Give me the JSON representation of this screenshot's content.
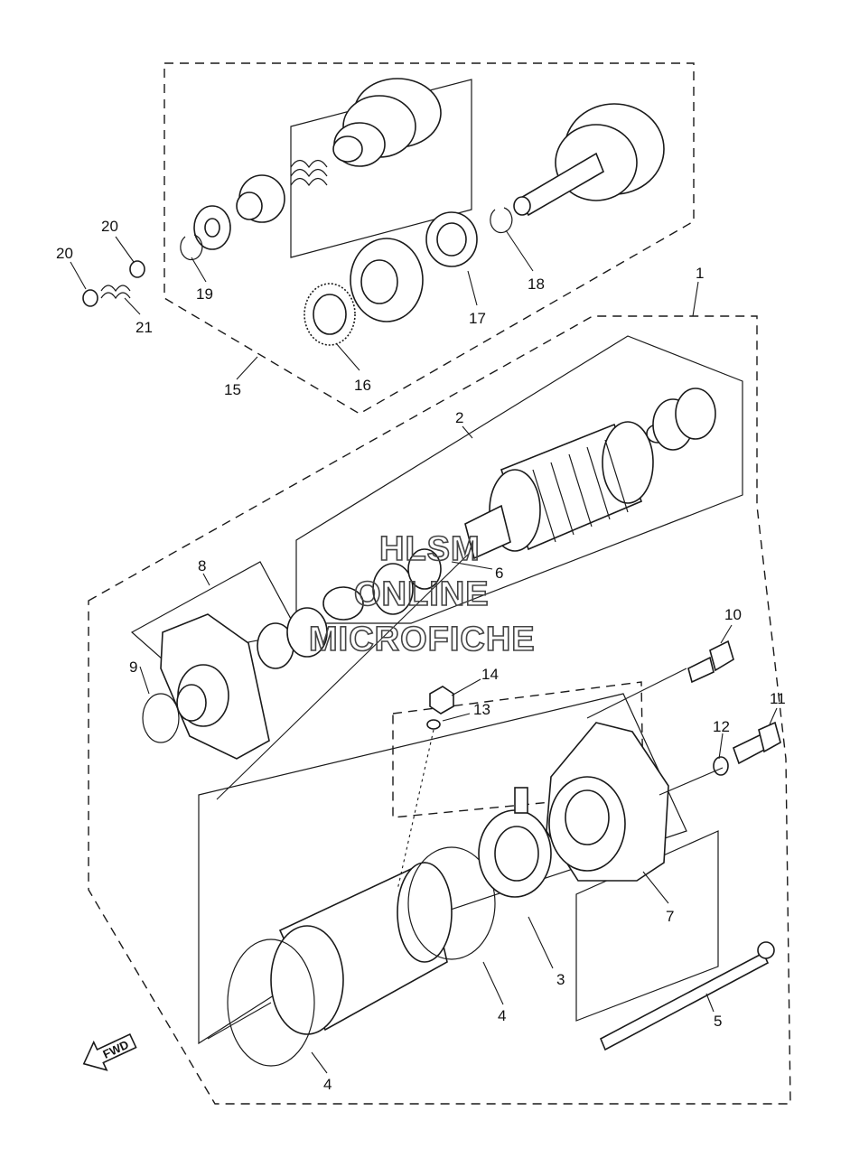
{
  "diagram": {
    "callouts": [
      {
        "id": "c1",
        "text": "1"
      },
      {
        "id": "c2",
        "text": "2"
      },
      {
        "id": "c3",
        "text": "3"
      },
      {
        "id": "c4a",
        "text": "4"
      },
      {
        "id": "c4b",
        "text": "4"
      },
      {
        "id": "c5",
        "text": "5"
      },
      {
        "id": "c6",
        "text": "6"
      },
      {
        "id": "c7",
        "text": "7"
      },
      {
        "id": "c8",
        "text": "8"
      },
      {
        "id": "c9",
        "text": "9"
      },
      {
        "id": "c10",
        "text": "10"
      },
      {
        "id": "c11",
        "text": "11"
      },
      {
        "id": "c12",
        "text": "12"
      },
      {
        "id": "c13",
        "text": "13"
      },
      {
        "id": "c14",
        "text": "14"
      },
      {
        "id": "c15",
        "text": "15"
      },
      {
        "id": "c16",
        "text": "16"
      },
      {
        "id": "c17",
        "text": "17"
      },
      {
        "id": "c18",
        "text": "18"
      },
      {
        "id": "c19",
        "text": "19"
      },
      {
        "id": "c20a",
        "text": "20"
      },
      {
        "id": "c20b",
        "text": "20"
      },
      {
        "id": "c21",
        "text": "21"
      }
    ],
    "direction_marker": "FWD",
    "watermark": [
      "HLSM",
      "ONLINE",
      "MICROFICHE"
    ]
  }
}
